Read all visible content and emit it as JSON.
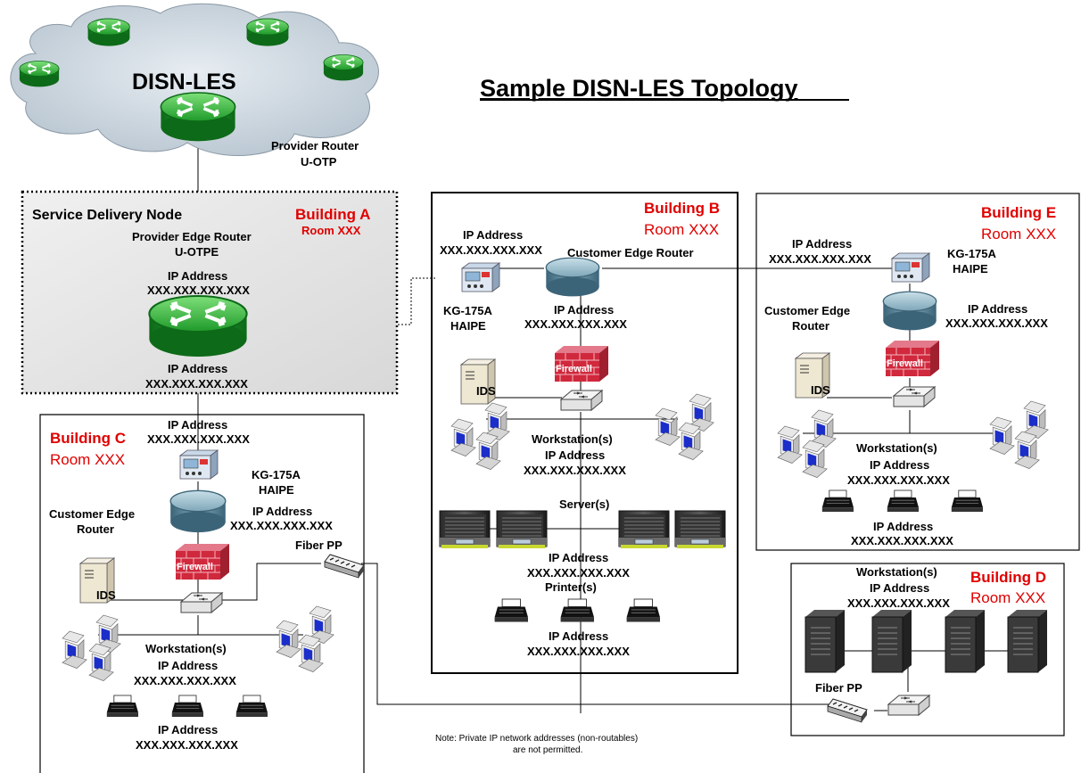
{
  "title": "Sample DISN-LES Topology",
  "cloud_label": "DISN-LES",
  "provider_router": {
    "line1": "Provider Router",
    "line2": "U-OTP"
  },
  "sdn": {
    "label": "Service Delivery Node",
    "building": "Building A",
    "room": "Room XXX",
    "pe_line1": "Provider Edge Router",
    "pe_line2": "U-OTPE",
    "ip_top_label": "IP Address",
    "ip_top_value": "XXX.XXX.XXX.XXX",
    "ip_bottom_label": "IP Address",
    "ip_bottom_value": "XXX.XXX.XXX.XXX"
  },
  "building_b": {
    "building": "Building B",
    "room": "Room XXX",
    "haipe_ip_label": "IP Address",
    "haipe_ip_value": "XXX.XXX.XXX.XXX",
    "ce_label": "Customer Edge Router",
    "haipe_line1": "KG-175A",
    "haipe_line2": "HAIPE",
    "ce_ip_label": "IP Address",
    "ce_ip_value": "XXX.XXX.XXX.XXX",
    "firewall": "Firewall",
    "ids": "IDS",
    "ws_label": "Workstation(s)",
    "ws_ip_label": "IP Address",
    "ws_ip_value": "XXX.XXX.XXX.XXX",
    "srv_label": "Server(s)",
    "srv_ip_label": "IP Address",
    "srv_ip_value": "XXX.XXX.XXX.XXX",
    "printer_label": "Printer(s)",
    "prn_ip_label": "IP Address",
    "prn_ip_value": "XXX.XXX.XXX.XXX"
  },
  "building_c": {
    "building": "Building C",
    "room": "Room XXX",
    "haipe_ip_label": "IP Address",
    "haipe_ip_value": "XXX.XXX.XXX.XXX",
    "haipe_line1": "KG-175A",
    "haipe_line2": "HAIPE",
    "ce_line1": "Customer Edge",
    "ce_line2": "Router",
    "ce_ip_label": "IP Address",
    "ce_ip_value": "XXX.XXX.XXX.XXX",
    "firewall": "Firewall",
    "fiber": "Fiber PP",
    "ids": "IDS",
    "ws_label": "Workstation(s)",
    "ws_ip_label": "IP Address",
    "ws_ip_value": "XXX.XXX.XXX.XXX",
    "prn_ip_label": "IP Address",
    "prn_ip_value": "XXX.XXX.XXX.XXX"
  },
  "building_e": {
    "building": "Building E",
    "room": "Room XXX",
    "haipe_ip_label": "IP Address",
    "haipe_ip_value": "XXX.XXX.XXX.XXX",
    "haipe_line1": "KG-175A",
    "haipe_line2": "HAIPE",
    "ce_line1": "Customer Edge",
    "ce_line2": "Router",
    "ce_ip_label": "IP Address",
    "ce_ip_value": "XXX.XXX.XXX.XXX",
    "firewall": "Firewall",
    "ids": "IDS",
    "ws_label": "Workstation(s)",
    "ws_ip_label": "IP Address",
    "ws_ip_value": "XXX.XXX.XXX.XXX",
    "prn_ip_label": "IP Address",
    "prn_ip_value": "XXX.XXX.XXX.XXX"
  },
  "building_d": {
    "building": "Building D",
    "room": "Room XXX",
    "ws_label": "Workstation(s)",
    "ws_ip_label": "IP Address",
    "ws_ip_value": "XXX.XXX.XXX.XXX",
    "fiber": "Fiber PP"
  },
  "note": {
    "line1": "Note: Private IP network addresses (non-routables)",
    "line2": "are not permitted."
  }
}
